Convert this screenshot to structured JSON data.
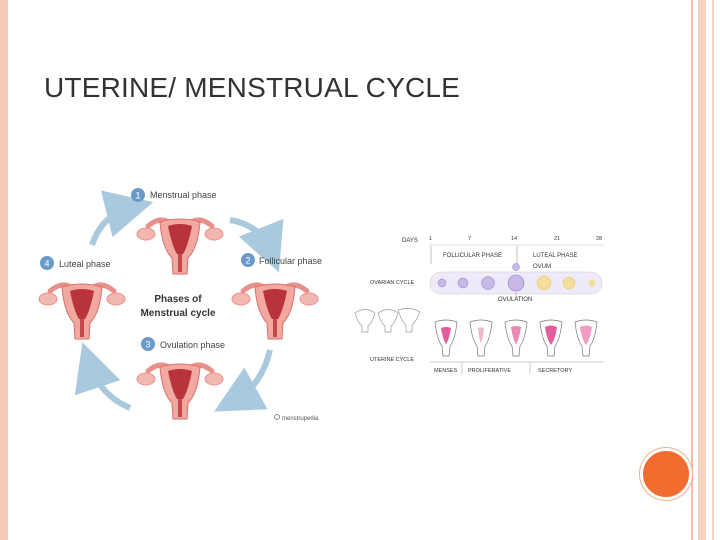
{
  "slide": {
    "title": "UTERINE/ MENSTRUAL CYCLE"
  },
  "phases_figure": {
    "phases": [
      {
        "number": "1",
        "label": "Menstrual phase"
      },
      {
        "number": "2",
        "label": "Follicular phase"
      },
      {
        "number": "3",
        "label": "Ovulation phase"
      },
      {
        "number": "4",
        "label": "Luteal phase"
      }
    ],
    "center_line1": "Phases of",
    "center_line2": "Menstrual cycle",
    "credit": "menstrupedia"
  },
  "cycle_figure": {
    "days_label": "DAYS",
    "day_ticks": [
      "1",
      "7",
      "14",
      "21",
      "28"
    ],
    "follicular_phase": "FOLLICULAR PHASE",
    "luteal_phase": "LUTEAL PHASE",
    "ovum": "OVUM",
    "ovarian_cycle": "OVARIAN CYCLE",
    "ovulation": "OVULATION",
    "uterine_cycle": "UTERINE CYCLE",
    "menses": "MENSES",
    "proliferative": "PROLIFERATIVE",
    "secretory": "SECRETORY"
  },
  "colors": {
    "accent_orange": "#f26b2f",
    "border_peach": "#f5cbb8",
    "uterus_pink": "#e8918a",
    "uterus_dark": "#b8333a",
    "arrow_blue": "#a9c9de",
    "badge_blue": "#6a9bc8"
  }
}
